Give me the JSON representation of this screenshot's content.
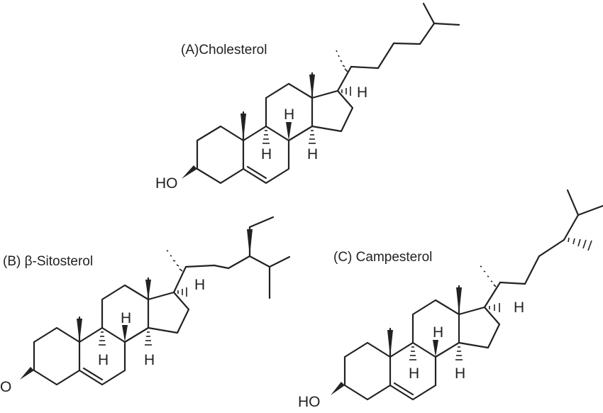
{
  "molecules": [
    {
      "label": "(A)Cholesterol",
      "atoms": {
        "hydroxyl": "HO",
        "h17": "H",
        "h8": "H",
        "h9": "H",
        "h14": "H"
      }
    },
    {
      "label": "(B) β-Sitosterol",
      "atoms": {
        "hydroxyl": "O",
        "h17": "H",
        "h8": "H",
        "h9": "H",
        "h14": "H"
      }
    },
    {
      "label": "(C) Campesterol",
      "atoms": {
        "hydroxyl": "HO",
        "h17": "H",
        "h8": "H",
        "h9": "H",
        "h14": "H"
      }
    }
  ]
}
